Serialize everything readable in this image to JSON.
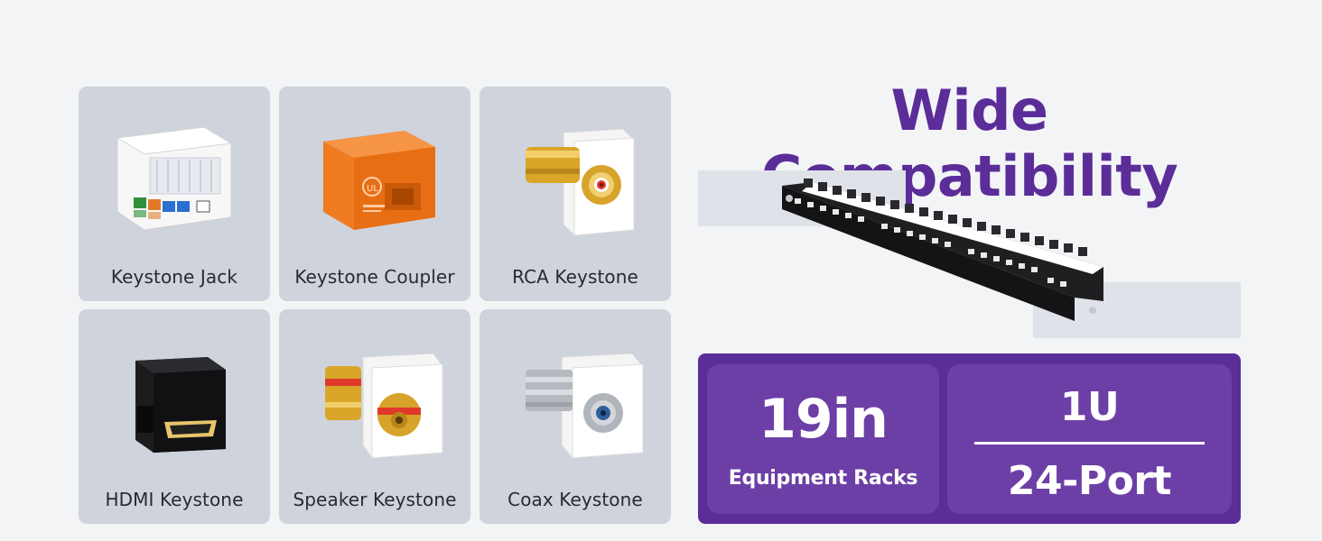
{
  "title": "Wide Compatibility",
  "products": [
    {
      "label": "Keystone Jack",
      "icon": "keystone-jack-icon"
    },
    {
      "label": "Keystone Coupler",
      "icon": "keystone-coupler-icon"
    },
    {
      "label": "RCA Keystone",
      "icon": "rca-keystone-icon"
    },
    {
      "label": "HDMI Keystone",
      "icon": "hdmi-keystone-icon"
    },
    {
      "label": "Speaker Keystone",
      "icon": "speaker-keystone-icon"
    },
    {
      "label": "Coax Keystone",
      "icon": "coax-keystone-icon"
    }
  ],
  "specs": {
    "size_value": "19in",
    "size_label": "Equipment Racks",
    "height_value": "1U",
    "ports_value": "24-Port"
  },
  "colors": {
    "accent": "#5b2d98",
    "spec_box": "#5a2d99",
    "spec_card": "#6c3fa6",
    "card_bg": "#cfd3dc"
  }
}
